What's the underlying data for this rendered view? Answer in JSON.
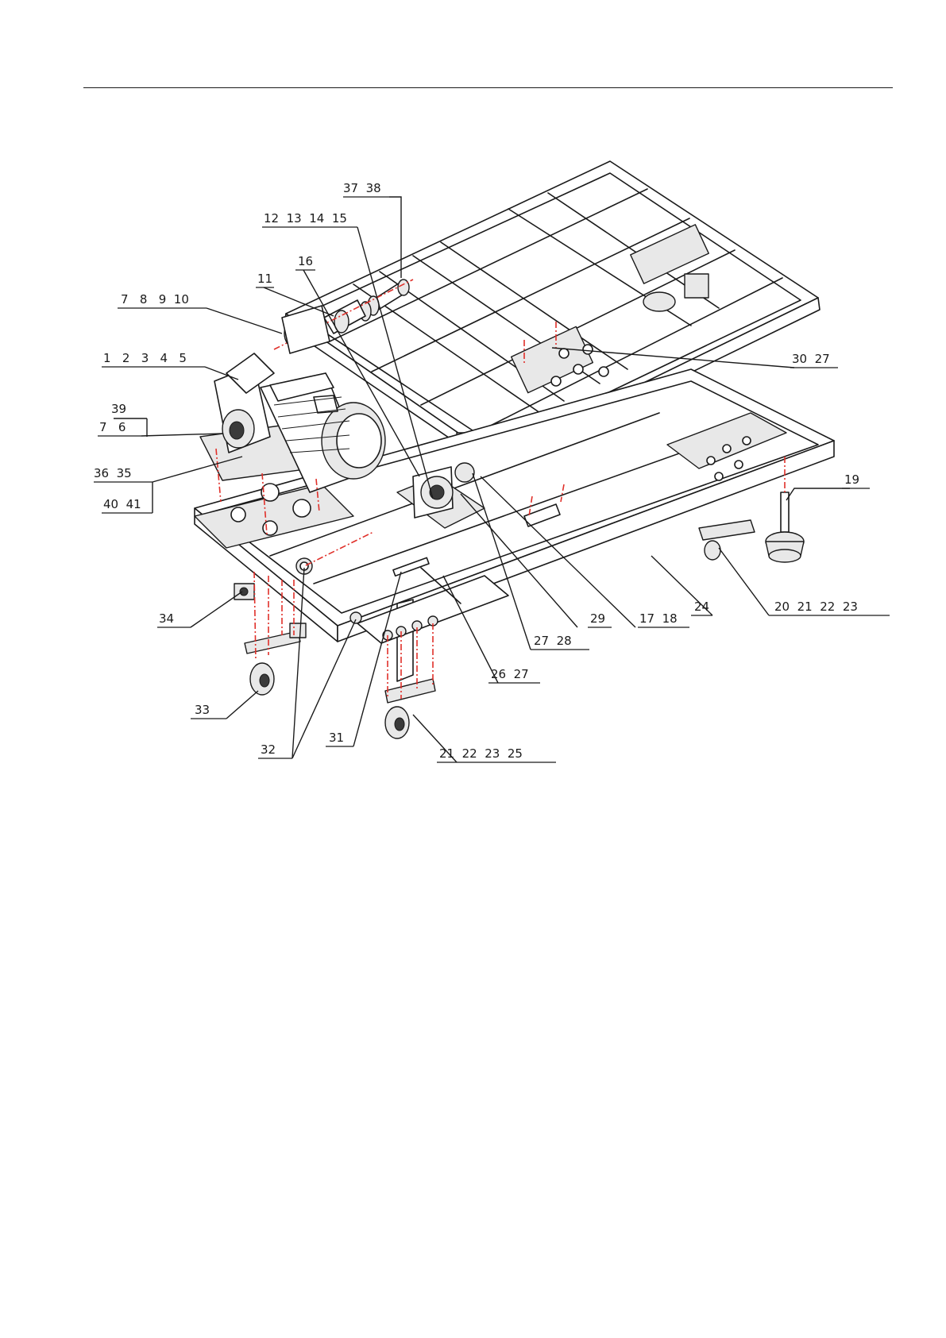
{
  "diagram": {
    "callouts": [
      {
        "id": "c1",
        "text": "37  38"
      },
      {
        "id": "c2",
        "text": "12  13  14  15"
      },
      {
        "id": "c3",
        "text": "16"
      },
      {
        "id": "c4",
        "text": "11"
      },
      {
        "id": "c5",
        "text": "7   8   9  10"
      },
      {
        "id": "c6",
        "text": "1   2   3   4   5"
      },
      {
        "id": "c7",
        "text": "39"
      },
      {
        "id": "c8",
        "text": "7   6"
      },
      {
        "id": "c9",
        "text": "36  35"
      },
      {
        "id": "c10",
        "text": "40  41"
      },
      {
        "id": "c11",
        "text": "30  27"
      },
      {
        "id": "c12",
        "text": "19"
      },
      {
        "id": "c13",
        "text": "20  21  22  23"
      },
      {
        "id": "c14",
        "text": "24"
      },
      {
        "id": "c15",
        "text": "17  18"
      },
      {
        "id": "c16",
        "text": "29"
      },
      {
        "id": "c17",
        "text": "27  28"
      },
      {
        "id": "c18",
        "text": "26  27"
      },
      {
        "id": "c19",
        "text": "34"
      },
      {
        "id": "c20",
        "text": "33"
      },
      {
        "id": "c21",
        "text": "32"
      },
      {
        "id": "c22",
        "text": "31"
      },
      {
        "id": "c23",
        "text": "21  22  23  25"
      }
    ],
    "line_color": "#1a1a1a",
    "centerline_color": "#e0302a"
  }
}
